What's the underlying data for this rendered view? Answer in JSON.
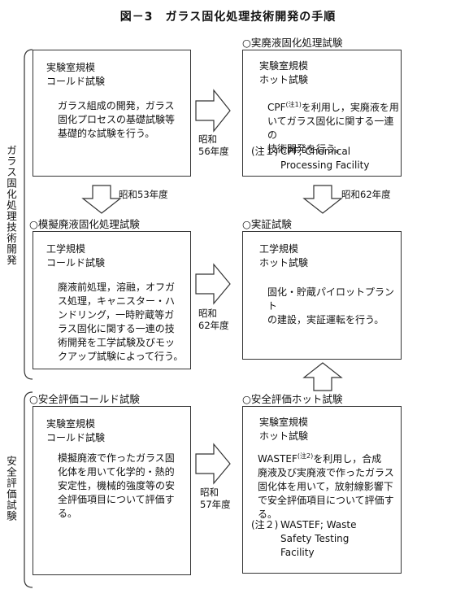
{
  "title": "図－3　ガラス固化処理技術開発の手順",
  "side_labels": {
    "upper": "ガラス固化処理技術開発",
    "lower": "安全評価試験"
  },
  "boxes": {
    "cold_lab": {
      "scale_1": "実験室規模",
      "scale_2": "コールド試験",
      "body": [
        "ガラス組成の開発，ガラス",
        "固化プロセスの基礎試験等",
        "基礎的な試験を行う。"
      ]
    },
    "hot_lab": {
      "section_title": "○実廃液固化処理試験",
      "scale_1": "実験室規模",
      "scale_2": "ホット試験",
      "line1_pre": "CPF",
      "line1_sup": "(注1)",
      "line1_post": "を利用し，実廃液を用",
      "body_rest": [
        "いてガラス固化に関する一連の",
        "技術開発を行う。"
      ],
      "note_label": "(注１)",
      "note_lines": [
        "CPF; Chemical",
        "Processing Facility"
      ]
    },
    "mock": {
      "section_title": "○模擬廃液固化処理試験",
      "scale_1": "工学規模",
      "scale_2": "コールド試験",
      "body": [
        "廃液前処理，溶融，オフガ",
        "ス処理，キャニスター・ハ",
        "ンドリング，一時貯蔵等ガ",
        "ラス固化に関する一連の技",
        "術開発を工学試験及びモッ",
        "クアップ試験によって行う。"
      ]
    },
    "demo": {
      "section_title": "○実証試験",
      "scale_1": "工学規模",
      "scale_2": "ホット試験",
      "body": [
        "固化・貯蔵パイロットプラント",
        "の建設，実証運転を行う。"
      ]
    },
    "safety_cold": {
      "section_title": "○安全評価コールド試験",
      "scale_1": "実験室規模",
      "scale_2": "コールド試験",
      "body": [
        "模擬廃液で作ったガラス固",
        "化体を用いて化学的・熱的",
        "安定性，機械的強度等の安",
        "全評価項目について評価す",
        "る。"
      ]
    },
    "safety_hot": {
      "section_title": "○安全評価ホット試験",
      "scale_1": "実験室規模",
      "scale_2": "ホット試験",
      "line1_pre": "WASTEF",
      "line1_sup": "(注2)",
      "line1_post": "を利用し，合成",
      "body_rest": [
        "廃液及び実廃液で作ったガラス",
        "固化体を用いて，放射線影響下",
        "で安全評価項目について評価す",
        "る。"
      ],
      "note_label": "(注２)",
      "note_lines": [
        "WASTEF; Waste",
        "Safety Testing",
        "Facility"
      ]
    }
  },
  "years": {
    "s56": [
      "昭和",
      "56年度"
    ],
    "s53": "昭和53年度",
    "s62_top": "昭和62年度",
    "s62_mid": [
      "昭和",
      "62年度"
    ],
    "s57": [
      "昭和",
      "57年度"
    ]
  }
}
